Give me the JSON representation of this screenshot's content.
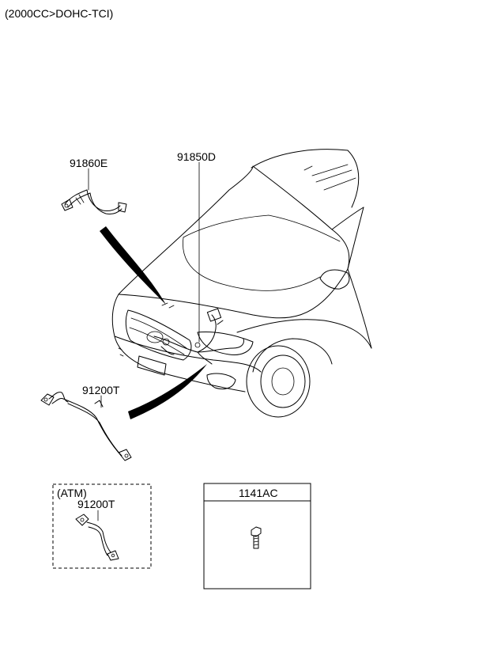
{
  "header": {
    "engine_variant": "(2000CC>DOHC-TCI)"
  },
  "parts": {
    "battery_cable_small": "91860E",
    "front_wiring": "91850D",
    "battery_cable": "91200T"
  },
  "atm_box": {
    "title": "(ATM)",
    "part": "91200T"
  },
  "fastener_box": {
    "part": "1141AC"
  }
}
